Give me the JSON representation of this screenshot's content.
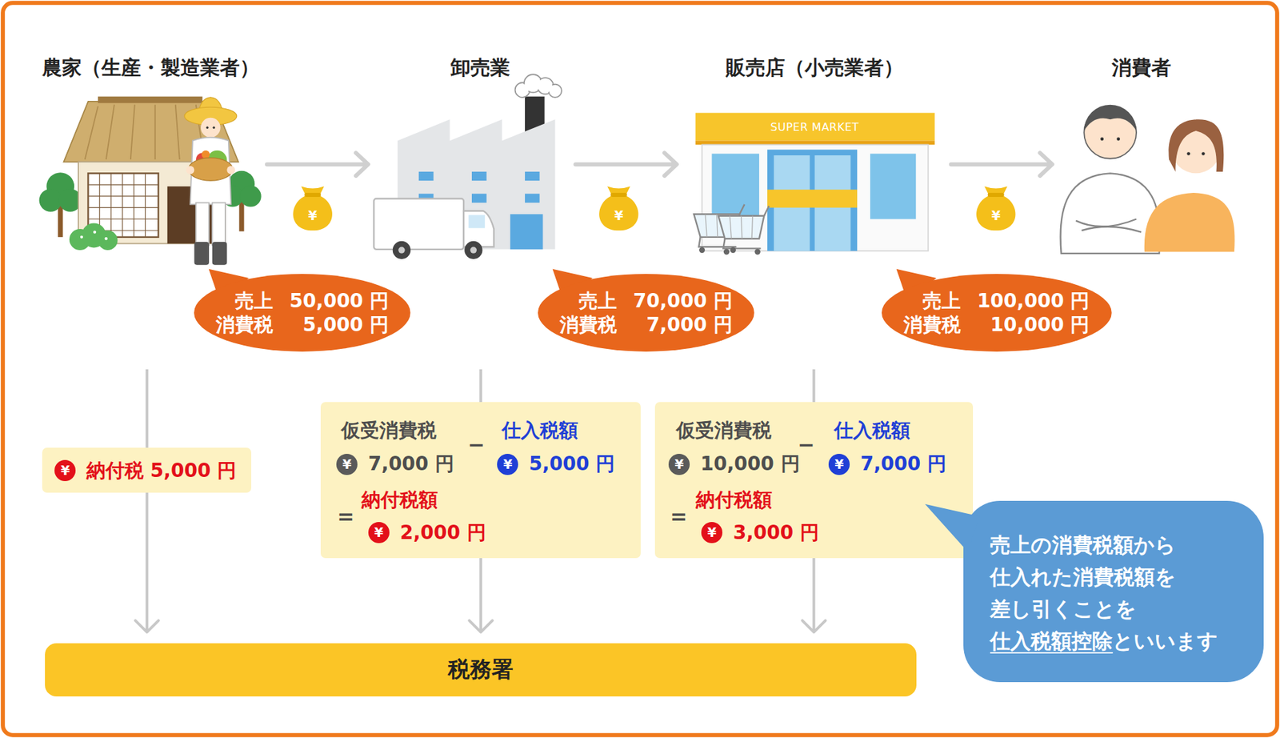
{
  "diagram": {
    "nodes": [
      {
        "text": [
          "売上",
          "50,000 円",
          "消費税",
          "5,000 円"
        ]
      },
      {
        "text": [
          "売上",
          "70,000 円",
          "消費税",
          "7,000 円"
        ]
      },
      {
        "text": [
          "売上",
          "100,000 円",
          "消費税",
          "10,000 円"
        ]
      },
      {
        "text": [
          "¥",
          "納付税 5,000 円"
        ]
      },
      {
        "text": [
          "仮受消費税",
          "−",
          "仕入税額",
          "¥",
          "7,000 円",
          "¥",
          "5,000 円",
          "=",
          "納付税額",
          "¥",
          "2,000 円"
        ]
      },
      {
        "text": [
          "仮受消費税",
          "−",
          "仕入税額",
          "¥",
          "10,000 円",
          "¥",
          "7,000 円",
          "=",
          "納付税額",
          "¥",
          "3,000 円"
        ]
      },
      {
        "text": [
          "売上の消費税額から 仕入れた消費税額を 差し引くことを",
          "仕入税額控除",
          "といいます"
        ]
      },
      {
        "text": [
          "税務署"
        ]
      }
    ],
    "edges": [
      {
        "from": 3,
        "to": 7,
        "arrow": "to"
      },
      {
        "from": 4,
        "to": 7,
        "arrow": "to"
      },
      {
        "from": 5,
        "to": 7,
        "arrow": "to"
      }
    ],
    "labels": [
      "農家（生産・製造業者）",
      "卸売業",
      "販売店（小売業者）",
      "消費者",
      "SUPER MARKET",
      "¥",
      "¥",
      "¥"
    ]
  }
}
